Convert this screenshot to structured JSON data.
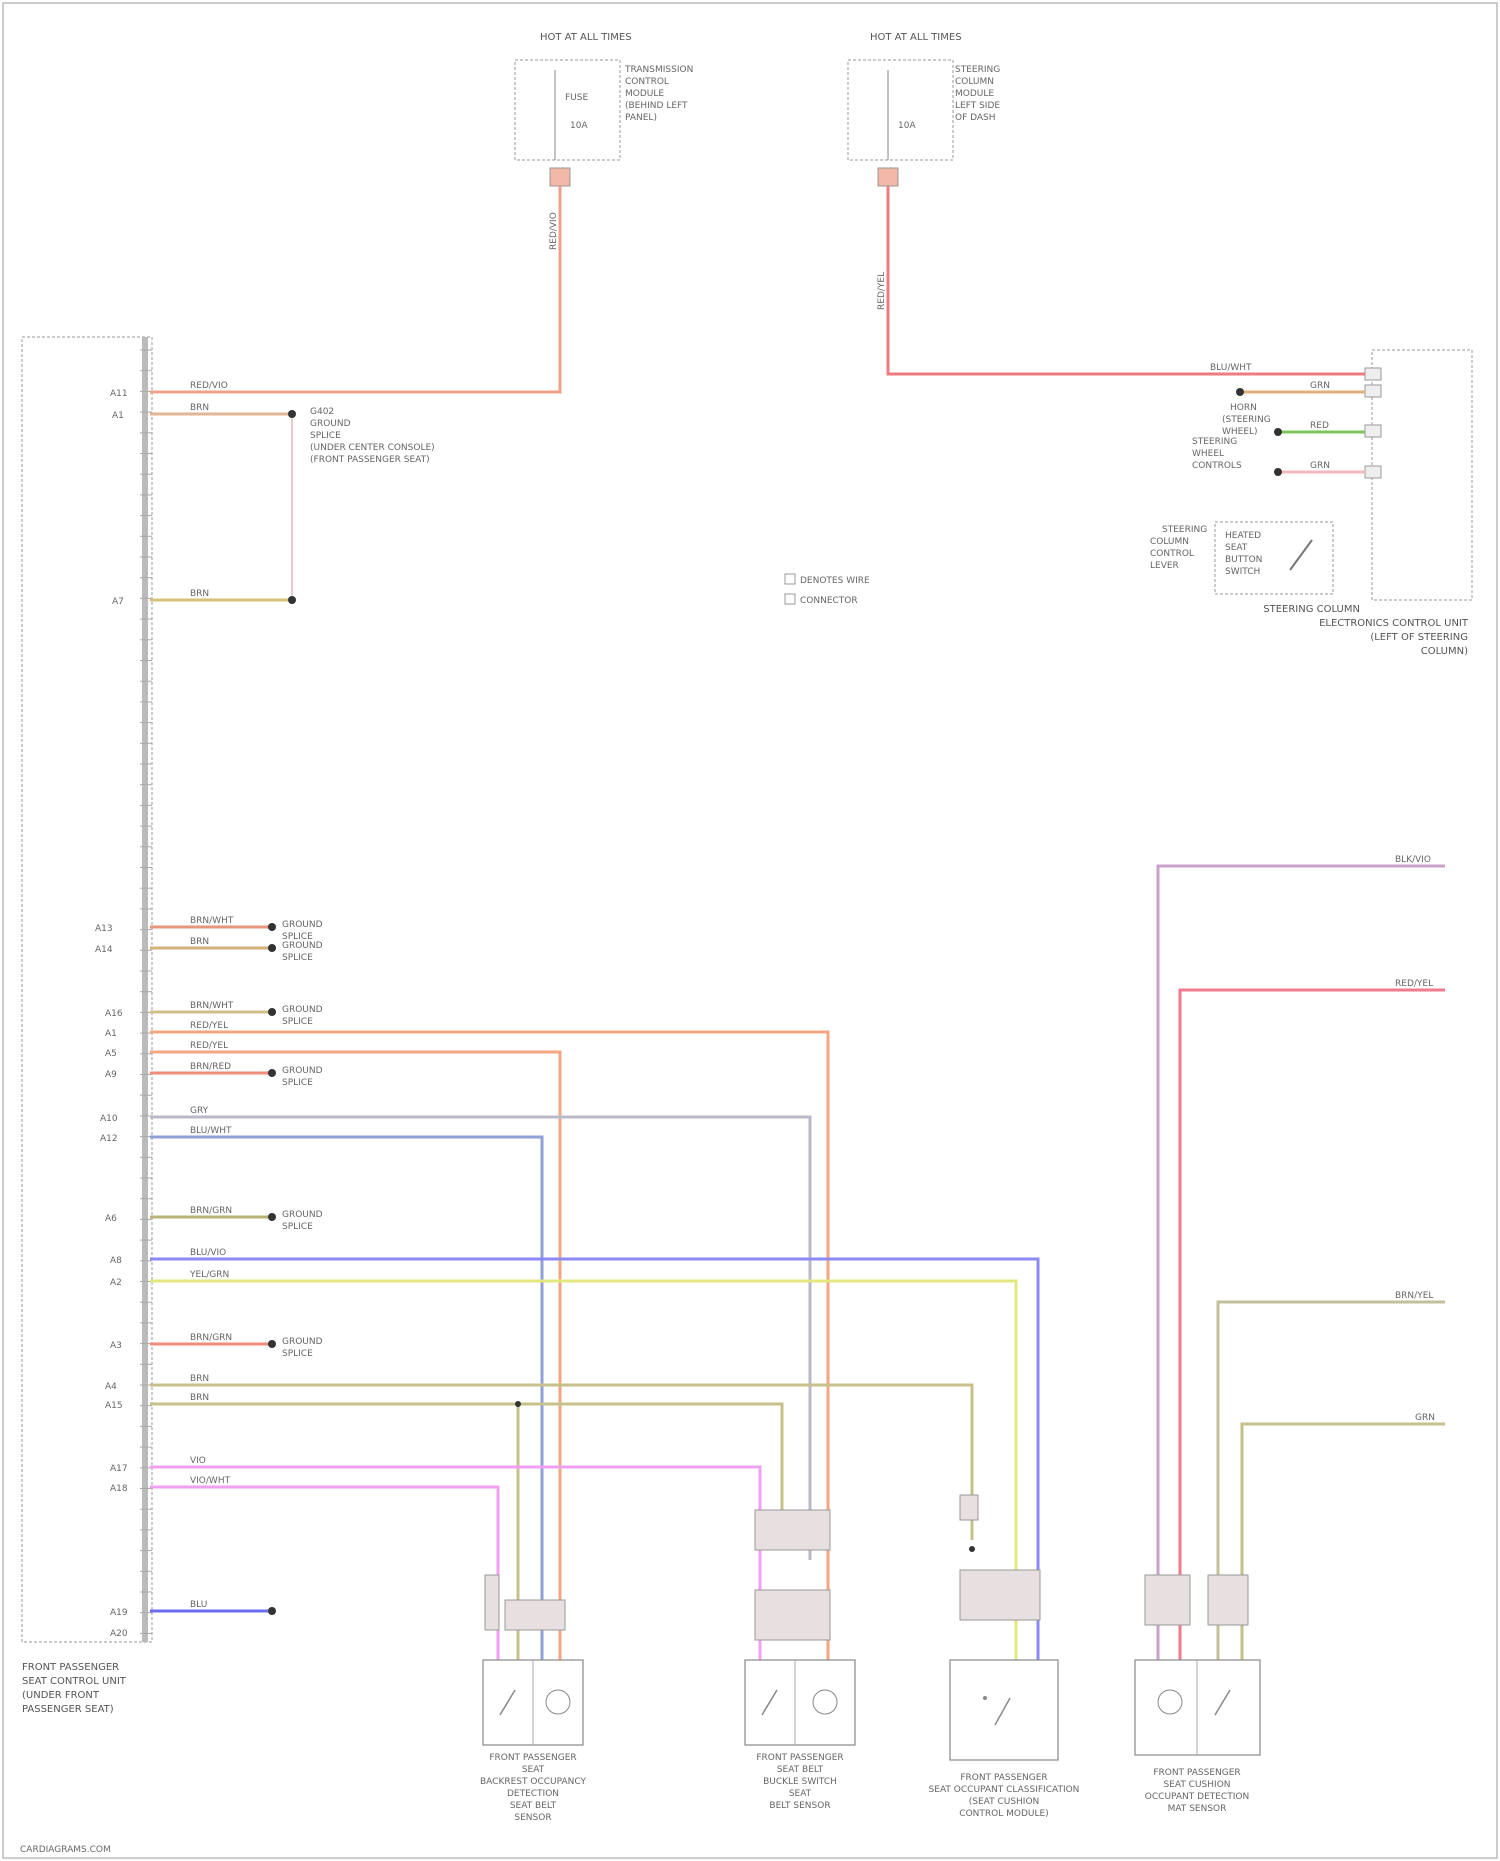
{
  "fuse_left": {
    "title": "HOT AT ALL TIMES",
    "lines": [
      "TRANSMISSION",
      "CONTROL",
      "MODULE",
      "(BEHIND LEFT",
      "PANEL)"
    ],
    "fuse": "FUSE",
    "amp": "10A"
  },
  "fuse_right": {
    "title": "HOT AT ALL TIMES",
    "lines": [
      "STEERING",
      "COLUMN",
      "MODULE",
      "LEFT SIDE",
      "OF DASH"
    ],
    "amp": "10A"
  },
  "left_module": {
    "label_lines": [
      "FRONT PASSENGER",
      "SEAT CONTROL UNIT",
      "(UNDER FRONT",
      "PASSENGER SEAT)"
    ],
    "pin_labels": [
      "A11",
      "A1",
      "A7",
      "A13",
      "A14",
      "A16",
      "A1",
      "A5",
      "A9",
      "A10",
      "A12",
      "A6",
      "A8",
      "A2",
      "A3",
      "A4",
      "A15",
      "A17",
      "A18",
      "A19",
      "A20"
    ]
  },
  "left_module_ground_note": [
    "G402",
    "GROUND",
    "SPLICE",
    "(UNDER CENTER CONSOLE)",
    "(FRONT PASSENGER SEAT)"
  ],
  "right_module": {
    "label_lines": [
      "STEERING COLUMN",
      "ELECTRONICS CONTROL UNIT",
      "(LEFT OF STEERING",
      "COLUMN)"
    ],
    "upper_labels": [
      "HORN",
      "(STEERING",
      "WHEEL)"
    ],
    "mid_labels": [
      "STEERING",
      "WHEEL",
      "CONTROLS"
    ],
    "switch_block": [
      "STEERING",
      "COLUMN",
      "CONTROL",
      "LEVER"
    ],
    "switch_names": [
      "HEATED",
      "SEAT",
      "BUTTON",
      "SWITCH"
    ]
  },
  "legend": [
    "DENOTES WIRE",
    "CONNECTOR"
  ],
  "wires": {
    "w_top_left": "RED/VIO",
    "w_top_right": "RED/YEL",
    "w_rm_1": "BLU/WHT",
    "w_rm_2": "GRN",
    "w_rm_3": "RED",
    "w_rm_4": "GRN",
    "w_lm_1": "RED/VIO",
    "w_lm_2": "BRN",
    "w_lm_3": "BRN",
    "w_g1": "BRN/WHT",
    "w_g2": "BRN",
    "w_p1": "BRN/WHT",
    "w_p2": "RED/YEL",
    "w_p3": "RED/YEL",
    "w_p4": "BRN/RED",
    "w_p5": "GRY",
    "w_p6": "BLU/WHT",
    "w_p7": "BRN/GRN",
    "w_p8": "BLU/VIO",
    "w_p9": "YEL/GRN",
    "w_p10": "BRN/GRN",
    "w_p11": "BRN",
    "w_p12": "BRN",
    "w_p13": "VIO",
    "w_p14": "VIO/WHT",
    "w_p15": "BLU",
    "w_r1": "BLK/VIO",
    "w_r2": "RED/YEL",
    "w_r3": "BRN/YEL",
    "w_r4": "GRN"
  },
  "ground_labels": {
    "g1": [
      "GROUND",
      "SPLICE"
    ],
    "g2": [
      "GROUND",
      "SPLICE"
    ],
    "g3": [
      "GROUND",
      "SPLICE"
    ],
    "g4": [
      "GROUND",
      "SPLICE"
    ],
    "g5": [
      "GROUND",
      "SPLICE"
    ],
    "g6": [
      "GROUND",
      "SPLICE"
    ]
  },
  "components": {
    "c1": [
      "FRONT PASSENGER",
      "SEAT",
      "BACKREST OCCUPANCY",
      "DETECTION",
      "SEAT BELT",
      "SENSOR"
    ],
    "c2": [
      "FRONT PASSENGER",
      "SEAT BELT",
      "BUCKLE SWITCH",
      "SEAT",
      "BELT SENSOR"
    ],
    "c3": [
      "FRONT PASSENGER",
      "SEAT OCCUPANT CLASSIFICATION",
      "(SEAT CUSHION",
      "CONTROL MODULE)"
    ],
    "c4": [
      "FRONT PASSENGER",
      "SEAT CUSHION",
      "OCCUPANT DETECTION",
      "MAT SENSOR"
    ]
  },
  "footer": "CARDIAGRAMS.COM"
}
